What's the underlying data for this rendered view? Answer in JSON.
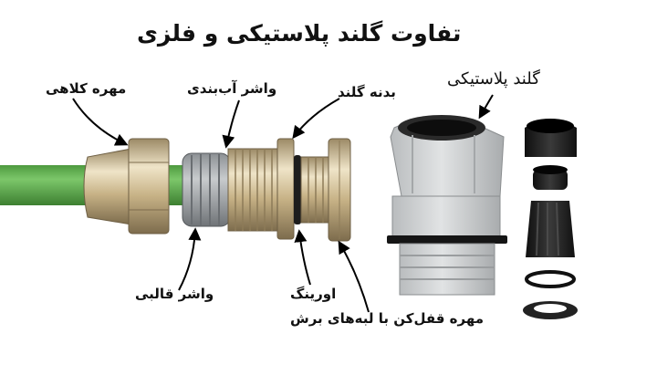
{
  "title": "تفاوت گلند پلاستیکی و فلزی",
  "labels": {
    "cap_nut": "مهره کلاهی",
    "sealing_washer": "واشر آب‌بندی",
    "gland_body": "بدنه گلند",
    "plastic_gland": "گلند پلاستیکی",
    "cage_washer": "واشر قالبی",
    "o_ring": "اورینگ",
    "lock_nut": "مهره قفل‌کن با لبه‌های برش"
  },
  "colors": {
    "cable": "#5fae4e",
    "brass": "#c9b48a",
    "plastic_gray": "#c9cccd",
    "black_parts": "#1e1e1e"
  },
  "icons": [
    "arrow-icon"
  ]
}
